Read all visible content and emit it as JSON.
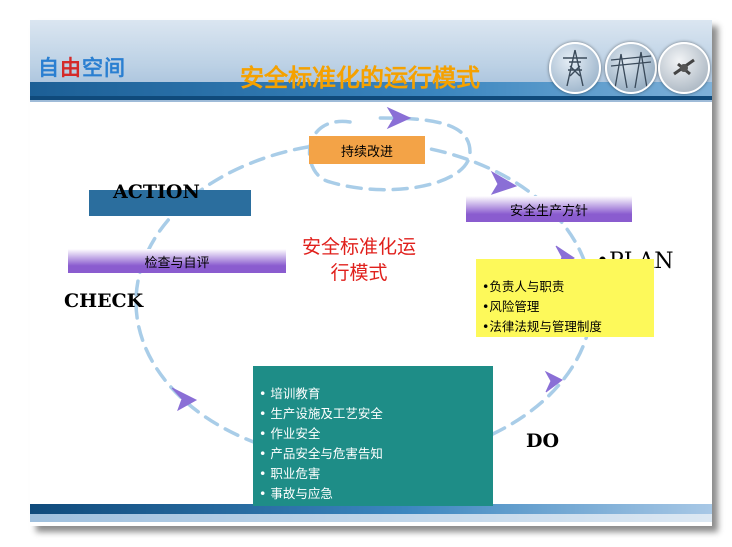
{
  "header": {
    "logo_chars": [
      "自",
      "由",
      "空",
      "间"
    ],
    "title": "安全标准化的运行模式"
  },
  "diagram": {
    "center_text": [
      "安全标准化运",
      "行模式"
    ],
    "stages": {
      "action": {
        "label": "ACTION"
      },
      "plan": {
        "label": "•PLAN"
      },
      "do": {
        "label": "DO"
      },
      "check": {
        "label": "CHECK"
      }
    },
    "boxes": {
      "continuous_improvement": "持续改进",
      "safety_policy": "安全生产方针",
      "inspection_self_eval": "检查与自评"
    },
    "plan_items": [
      "•负责人与职责",
      "•风险管理",
      "•法律法规与管理制度"
    ],
    "do_items": [
      "• 培训教育",
      "• 生产设施及工艺安全",
      "• 作业安全",
      "• 产品安全与危害告知",
      "• 职业危害",
      "• 事故与应急"
    ]
  },
  "colors": {
    "title": "#f5a100",
    "header_band": "#1c5f96",
    "arrow": "#8a6fd6",
    "cycle_line": "#a9cde8",
    "orange_box": "#f3a347",
    "purple_box": "#8a5ccf",
    "action_box": "#2b6e9e",
    "yellow_box": "#fdf95a",
    "teal_box": "#1e8d87",
    "center_text": "#e0201c"
  },
  "icons": [
    "transmission-tower-photo-icon",
    "power-lines-photo-icon",
    "satellite-photo-icon",
    "arrowhead-icon"
  ]
}
